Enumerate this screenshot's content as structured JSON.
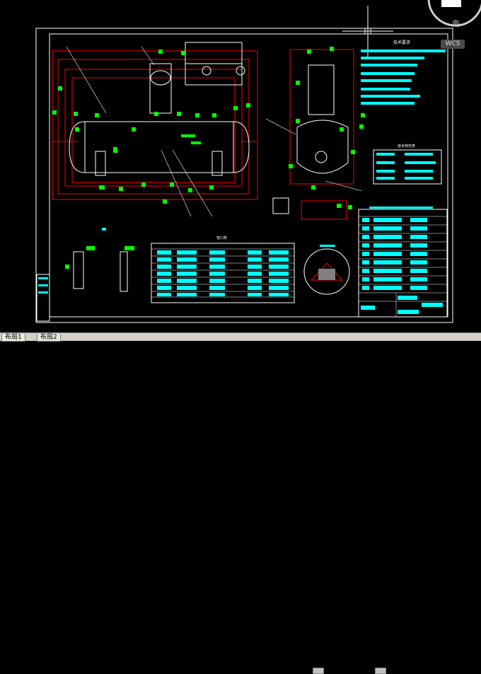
{
  "tabs": [
    {
      "label": "布局1"
    },
    {
      "label": "布局2"
    }
  ],
  "viewcube": {
    "compass_label": "南",
    "wcs_label": "WCS"
  },
  "drawing": {
    "nozzle_table_title": "管口表",
    "tech_req_title": "技术要求",
    "spec_table_title": "技术特性表"
  },
  "colors": {
    "background": "#000000",
    "frame": "#ffffff",
    "red": "#ff0000",
    "cyan": "#00ffff",
    "green": "#00ff00",
    "yellow": "#ffff00"
  }
}
